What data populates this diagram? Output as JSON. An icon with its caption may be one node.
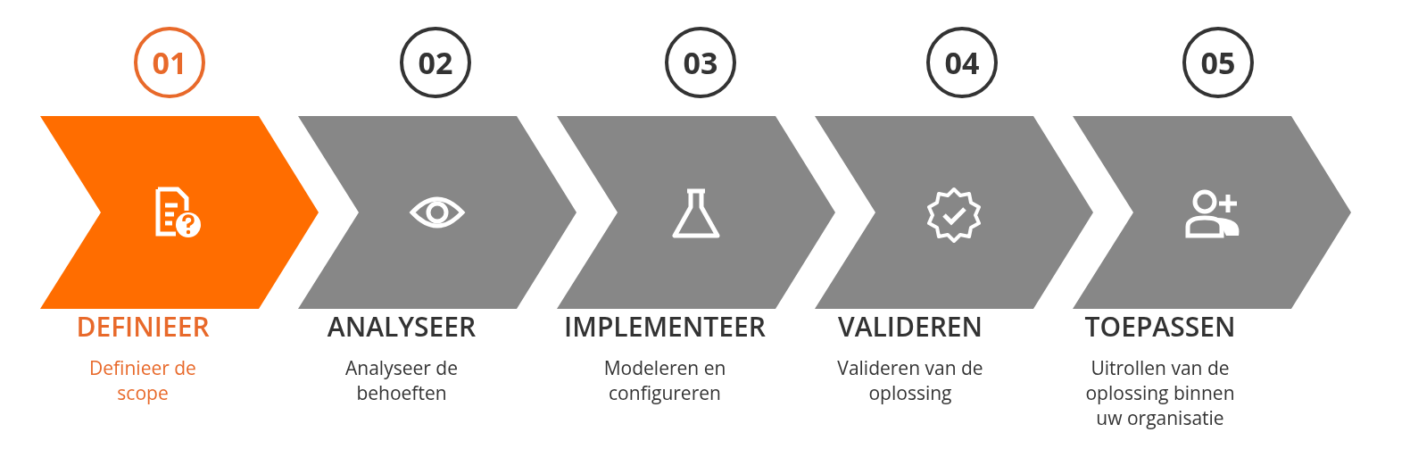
{
  "diagram": {
    "nodes": [
      {
        "text": [
          "01"
        ]
      },
      {
        "text": [
          "02"
        ]
      },
      {
        "text": [
          "03"
        ]
      },
      {
        "text": [
          "04"
        ]
      },
      {
        "text": [
          "05"
        ]
      },
      {
        "text": [],
        "shape": "chevron",
        "beside": [
          "DEFINIEER",
          "Definieer de scope"
        ]
      },
      {
        "text": [],
        "shape": "chevron",
        "beside": [
          "ANALYSEER",
          "Analyseer de behoeften"
        ]
      },
      {
        "text": [],
        "shape": "chevron",
        "beside": [
          "IMPLEMENTEER",
          "Modeleren en configureren"
        ]
      },
      {
        "text": [],
        "shape": "chevron",
        "beside": [
          "VALIDEREN",
          "Valideren van de oplossing"
        ]
      },
      {
        "text": [],
        "shape": "chevron",
        "beside": [
          "TOEPASSEN",
          "Uitrollen van de oplossing binnen uw organisatie"
        ]
      }
    ]
  }
}
